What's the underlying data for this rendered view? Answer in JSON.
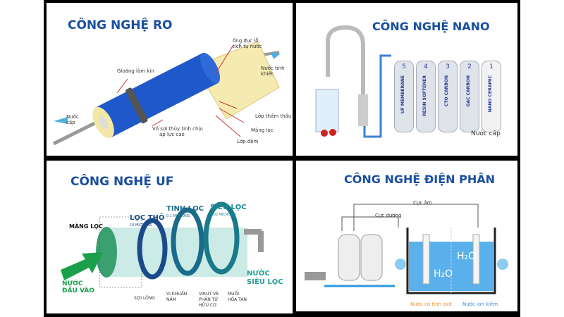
{
  "panels": {
    "ro": {
      "title": "CÔNG NGHỆ RO",
      "labels": {
        "tube": "ống đục lỗ",
        "tube2": "tích tụ nước",
        "seal": "Gioăng làm kín",
        "pure": "Nước tinh",
        "pure2": "khiết",
        "inlet": "Nước",
        "inlet2": "cấp",
        "shell": "Vỏ sợi thủy tinh chịu",
        "shell2": "áp lực cao",
        "permeate": "Lớp thẩm thấu",
        "membrane": "Màng lọc",
        "spacer": "Lớp đệm"
      }
    },
    "nano": {
      "title": "CÔNG NGHỆ NANO",
      "filters": [
        {
          "num": "5",
          "name": "UF MEMBERANE"
        },
        {
          "num": "4",
          "name": "RESIN SOFTENER"
        },
        {
          "num": "3",
          "name": "CTO CARBON"
        },
        {
          "num": "2",
          "name": "GAC CARBON"
        },
        {
          "num": "1",
          "name": "NANO CERAMIC"
        }
      ],
      "inlet": "Nước cấp"
    },
    "uf": {
      "title": "CÔNG NGHỆ UF",
      "membrane": "MÀNG LỌC",
      "coarse": "LỌC THÔ",
      "coarse_sub": "10 MICRONS",
      "fine": "TINH LỌC",
      "fine_sub": "0.1 MICRONS",
      "ultra": "SIÊU LỌC",
      "ultra_sub": "0.02 MICRONS",
      "inlet": "NƯỚC",
      "inlet2": "ĐẦU VÀO",
      "outlet": "NƯỚC",
      "outlet2": "SIÊU LỌC",
      "hair": "SỢI LÔNG",
      "bacteria": "VI KHUẨN",
      "bacteria2": "NẤM",
      "virus": "VIRUT VÀ",
      "virus2": "PHÂN TỬ",
      "virus3": "HỮU CƠ",
      "salt": "MUỐI",
      "salt2": "HÒA TAN"
    },
    "dp": {
      "title": "CÔNG NGHỆ ĐIỆN PHÂN",
      "cathode": "Cực âm",
      "anode": "Cực dương",
      "acid": "Nước có tính axit",
      "alkaline": "Nước ion kiềm"
    }
  },
  "colors": {
    "title": "#1a4fa0",
    "uf_green": "#1aa04a",
    "uf_teal": "#2a9d9a",
    "acid": "#f0902a",
    "alkaline": "#3a8fd8"
  }
}
